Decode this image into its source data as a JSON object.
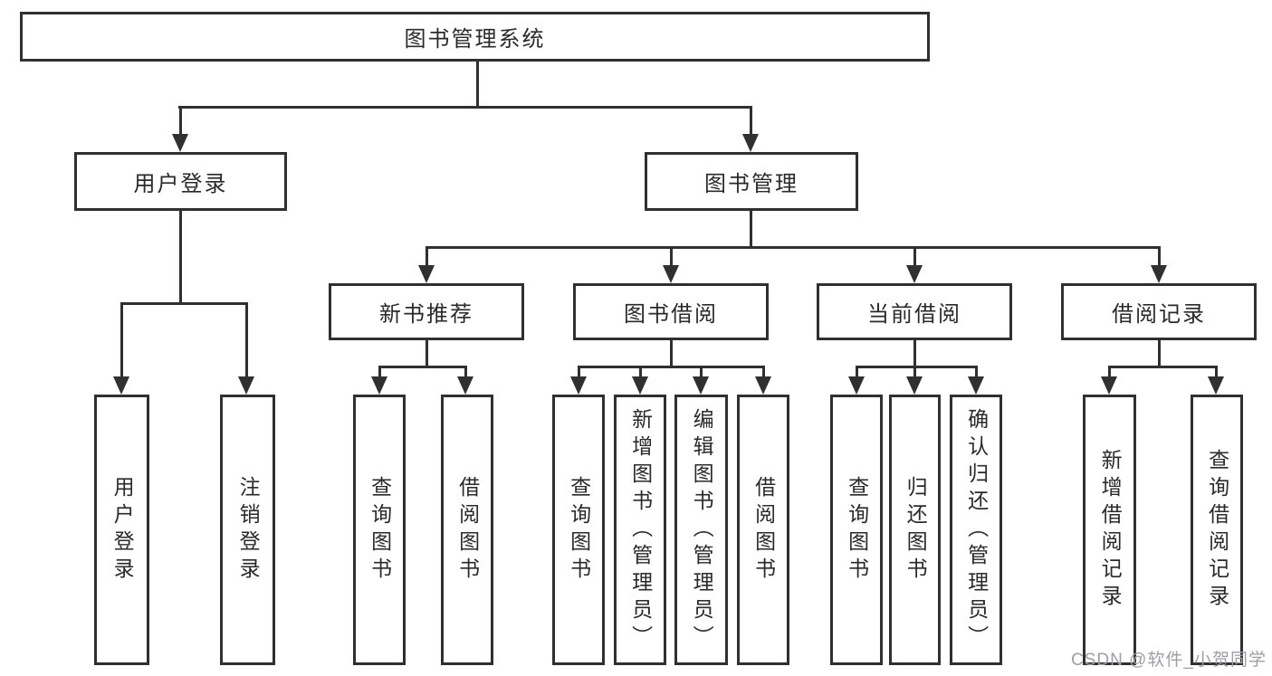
{
  "diagram": {
    "root": {
      "label": "图书管理系统"
    },
    "branches": [
      {
        "label": "用户登录",
        "children": [
          {
            "label": "用户登录"
          },
          {
            "label": "注销登录"
          }
        ]
      },
      {
        "label": "图书管理",
        "children": [
          {
            "label": "新书推荐",
            "children": [
              {
                "label": "查询图书"
              },
              {
                "label": "借阅图书"
              }
            ]
          },
          {
            "label": "图书借阅",
            "children": [
              {
                "label": "查询图书"
              },
              {
                "label": "新增图书（管理员）"
              },
              {
                "label": "编辑图书（管理员）"
              },
              {
                "label": "借阅图书"
              }
            ]
          },
          {
            "label": "当前借阅",
            "children": [
              {
                "label": "查询图书"
              },
              {
                "label": "归还图书"
              },
              {
                "label": "确认归还（管理员）"
              }
            ]
          },
          {
            "label": "借阅记录",
            "children": [
              {
                "label": "新增借阅记录"
              },
              {
                "label": "查询借阅记录"
              }
            ]
          }
        ]
      }
    ]
  },
  "watermark": {
    "text": "CSDN @软件_小贺同学"
  },
  "colors": {
    "line": "#303030",
    "text": "#2a2a2a",
    "background": "#ffffff",
    "watermark": "#9e9ea6"
  }
}
